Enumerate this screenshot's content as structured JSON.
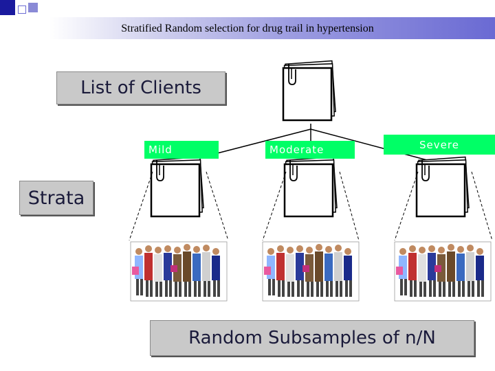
{
  "slide": {
    "title": "Stratified Random selection for drug trail in hypertension"
  },
  "labels": {
    "list_of_clients": "List of Clients",
    "strata": "Strata",
    "random_subsamples": "Random Subsamples of n/N"
  },
  "strata": [
    {
      "label": "Mild"
    },
    {
      "label": "Moderate"
    },
    {
      "label": "Severe"
    }
  ],
  "colors": {
    "strata_label_bg": "#00ff66",
    "label_box_bg": "#c9c9c9",
    "title_bar_end": "#6a6ad3"
  },
  "icons": [
    "document-icon",
    "people-group-icon"
  ]
}
